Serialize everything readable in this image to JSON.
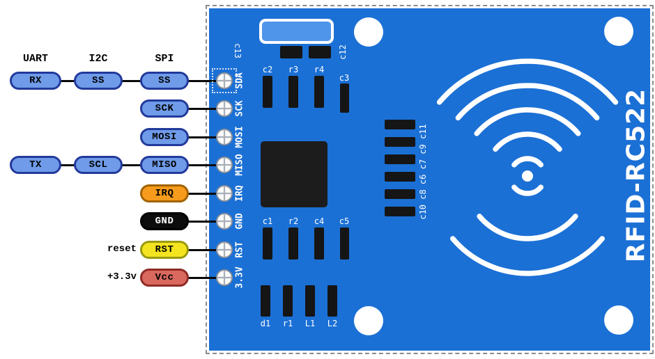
{
  "legend": {
    "columns": [
      "UART",
      "I2C",
      "SPI"
    ],
    "pills": {
      "rx": "RX",
      "ss_i2c": "SS",
      "ss_spi": "SS",
      "sck": "SCK",
      "mosi": "MOSI",
      "tx": "TX",
      "scl": "SCL",
      "miso": "MISO",
      "irq": "IRQ",
      "gnd": "GND",
      "rst": "RST",
      "vcc": "Vcc"
    },
    "notes": {
      "reset": "reset",
      "power": "+3.3v"
    }
  },
  "board": {
    "name": "RFID-RC522",
    "pin_labels": [
      "SDA",
      "SCK",
      "MOSI",
      "MISO",
      "IRQ",
      "GND",
      "RST",
      "3.3V"
    ],
    "silkscreen": {
      "c13": "c13",
      "c12": "c12",
      "c2": "c2",
      "r3": "r3",
      "r4": "r4",
      "c3": "c3",
      "c1": "c1",
      "r2": "r2",
      "c4": "c4",
      "c5": "c5",
      "right_column": "c10 c8 c6 c7 c9 c11",
      "d1": "d1",
      "r1": "r1",
      "L1": "L1",
      "L2": "L2"
    }
  },
  "colors": {
    "pcb_blue": "#1b70d5",
    "crystal_blue": "#4f95ea",
    "pill_blue": "#6f9be8",
    "pill_border_navy": "#22399b",
    "irq_orange": "#f79b1d",
    "gnd_black": "#0c0c0c",
    "rst_yellow": "#f3e41f",
    "vcc_red": "#d9685e",
    "wire_black": "#0a0a0a",
    "silkscreen_white": "#ffffff"
  }
}
